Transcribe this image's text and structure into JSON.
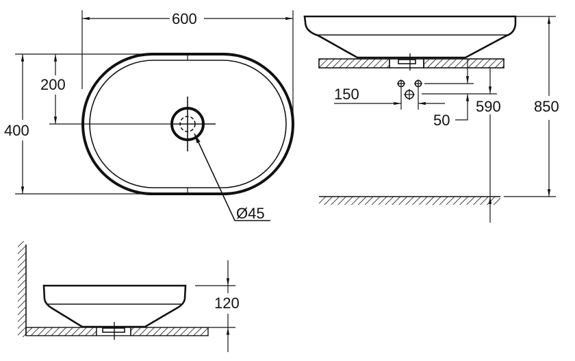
{
  "diagram": {
    "type": "technical_drawing",
    "subject": "oval countertop washbasin",
    "units": "mm",
    "colors": {
      "line": "#111111",
      "background": "#ffffff"
    }
  },
  "top_view": {
    "dimensions": {
      "width": "600",
      "depth": "400",
      "drain_offset": "200",
      "drain_diameter": "Ø45"
    }
  },
  "front_view": {
    "dimensions": {
      "tap_spacing": "150",
      "connection_offset": "50",
      "connection_height": "590",
      "total_height": "850"
    }
  },
  "side_view": {
    "dimensions": {
      "basin_height": "120"
    }
  }
}
